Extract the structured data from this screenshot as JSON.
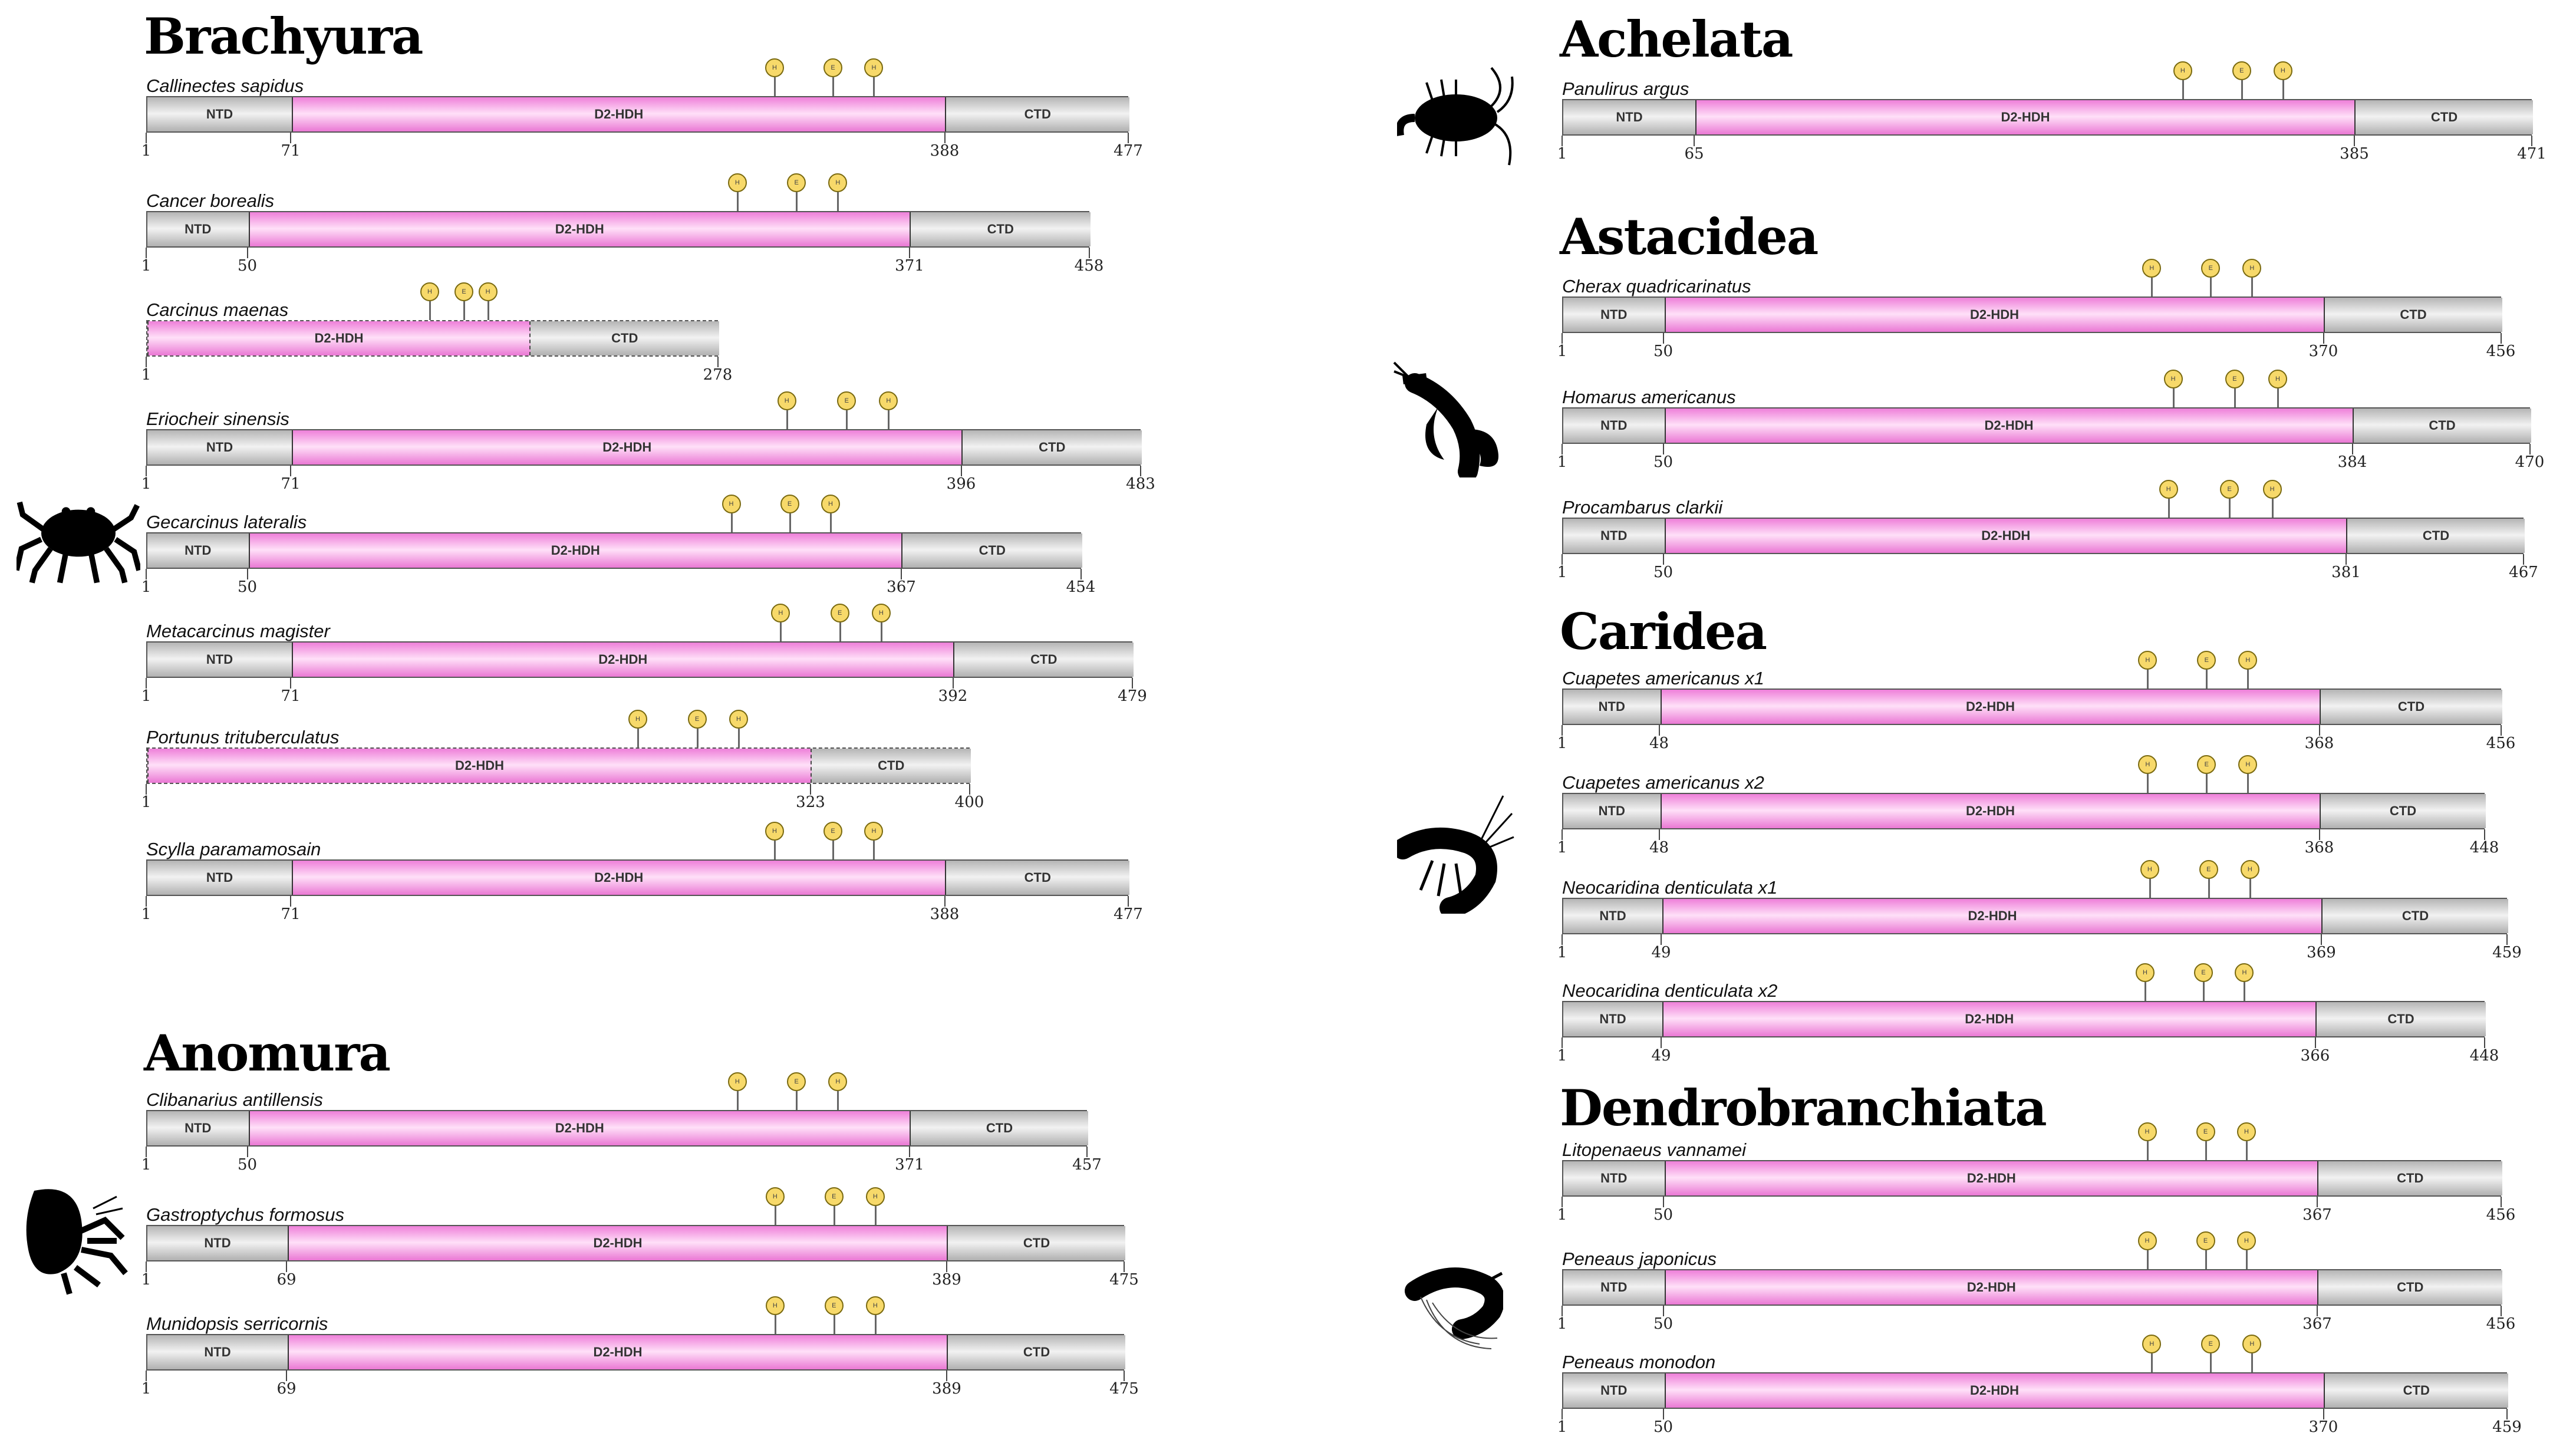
{
  "groups": [
    {
      "name": "Brachyura",
      "animal_icon": "crab-silhouette-icon",
      "proteins": [
        {
          "species": "Callinectes sapidus",
          "hdh_start": 71,
          "ctd_start": 388,
          "length": 477,
          "partial": false
        },
        {
          "species": "Cancer borealis",
          "hdh_start": 50,
          "ctd_start": 371,
          "length": 458,
          "partial": false
        },
        {
          "species": "Carcinus maenas",
          "hdh_start": null,
          "ctd_start": null,
          "length": 278,
          "partial": true
        },
        {
          "species": "Eriocheir sinensis",
          "hdh_start": 71,
          "ctd_start": 396,
          "length": 483,
          "partial": false
        },
        {
          "species": "Gecarcinus lateralis",
          "hdh_start": 50,
          "ctd_start": 367,
          "length": 454,
          "partial": false
        },
        {
          "species": "Metacarcinus magister",
          "hdh_start": 71,
          "ctd_start": 392,
          "length": 479,
          "partial": false
        },
        {
          "species": "Portunus trituberculatus",
          "hdh_start": null,
          "ctd_start": 323,
          "length": 400,
          "partial": true
        },
        {
          "species": "Scylla paramamosain",
          "hdh_start": 71,
          "ctd_start": 388,
          "length": 477,
          "partial": false
        }
      ]
    },
    {
      "name": "Anomura",
      "animal_icon": "hermit-crab-silhouette-icon",
      "proteins": [
        {
          "species": "Clibanarius antillensis",
          "hdh_start": 50,
          "ctd_start": 371,
          "length": 457,
          "partial": false
        },
        {
          "species": "Gastroptychus formosus",
          "hdh_start": 69,
          "ctd_start": 389,
          "length": 475,
          "partial": false
        },
        {
          "species": "Munidopsis serricornis",
          "hdh_start": 69,
          "ctd_start": 389,
          "length": 475,
          "partial": false
        }
      ]
    },
    {
      "name": "Achelata",
      "animal_icon": "spiny-lobster-silhouette-icon",
      "proteins": [
        {
          "species": "Panulirus argus",
          "hdh_start": 65,
          "ctd_start": 385,
          "length": 471,
          "partial": false
        }
      ]
    },
    {
      "name": "Astacidea",
      "animal_icon": "lobster-silhouette-icon",
      "proteins": [
        {
          "species": "Cherax quadricarinatus",
          "hdh_start": 50,
          "ctd_start": 370,
          "length": 456,
          "partial": false
        },
        {
          "species": "Homarus americanus",
          "hdh_start": 50,
          "ctd_start": 384,
          "length": 470,
          "partial": false
        },
        {
          "species": "Procambarus clarkii",
          "hdh_start": 50,
          "ctd_start": 381,
          "length": 467,
          "partial": false
        }
      ]
    },
    {
      "name": "Caridea",
      "animal_icon": "caridean-shrimp-silhouette-icon",
      "proteins": [
        {
          "species": "Cuapetes americanus x1",
          "hdh_start": 48,
          "ctd_start": 368,
          "length": 456,
          "partial": false
        },
        {
          "species": "Cuapetes americanus x2",
          "hdh_start": 48,
          "ctd_start": 368,
          "length": 448,
          "partial": false
        },
        {
          "species": "Neocaridina denticulata x1",
          "hdh_start": 49,
          "ctd_start": 369,
          "length": 459,
          "partial": false
        },
        {
          "species": "Neocaridina denticulata x2",
          "hdh_start": 49,
          "ctd_start": 366,
          "length": 448,
          "partial": false
        }
      ]
    },
    {
      "name": "Dendrobranchiata",
      "animal_icon": "penaeid-shrimp-silhouette-icon",
      "proteins": [
        {
          "species": "Litopenaeus vannamei",
          "hdh_start": 50,
          "ctd_start": 367,
          "length": 456,
          "partial": false
        },
        {
          "species": "Peneaus japonicus",
          "hdh_start": 50,
          "ctd_start": 367,
          "length": 456,
          "partial": false
        },
        {
          "species": "Peneaus monodon",
          "hdh_start": 50,
          "ctd_start": 370,
          "length": 459,
          "partial": false
        }
      ]
    }
  ],
  "domain_labels": {
    "ntd": "NTD",
    "hdh": "D2-HDH",
    "ctd": "CTD"
  },
  "start_label": "1",
  "site_labels": [
    "H",
    "E",
    "H"
  ],
  "colors": {
    "hdh": "#f08ee0",
    "terminal": "#d9d9d9",
    "site_pin": "#f7d96a",
    "outline": "#555555"
  }
}
